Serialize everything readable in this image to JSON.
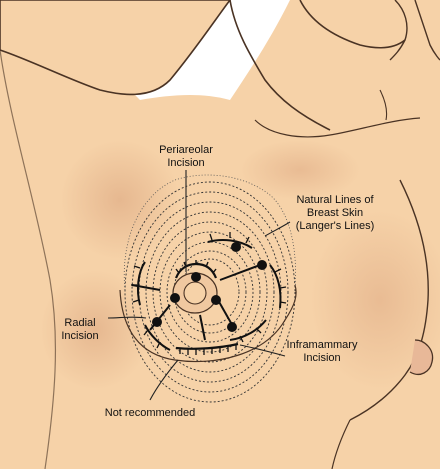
{
  "colors": {
    "skin": "#f6d2a8",
    "skin_shadow": "#e6b58c",
    "outline": "#4a3324",
    "incision": "#111111",
    "line": "#222222"
  },
  "labels": {
    "periareolar_line1": "Periareolar",
    "periareolar_line2": "Incision",
    "natural_line1": "Natural Lines of",
    "natural_line2": "Breast Skin",
    "natural_line3": "(Langer's Lines)",
    "radial_line1": "Radial",
    "radial_line2": "Incision",
    "inframammary_line1": "Inframammary",
    "inframammary_line2": "Incision",
    "not_recommended": "Not recommended"
  }
}
